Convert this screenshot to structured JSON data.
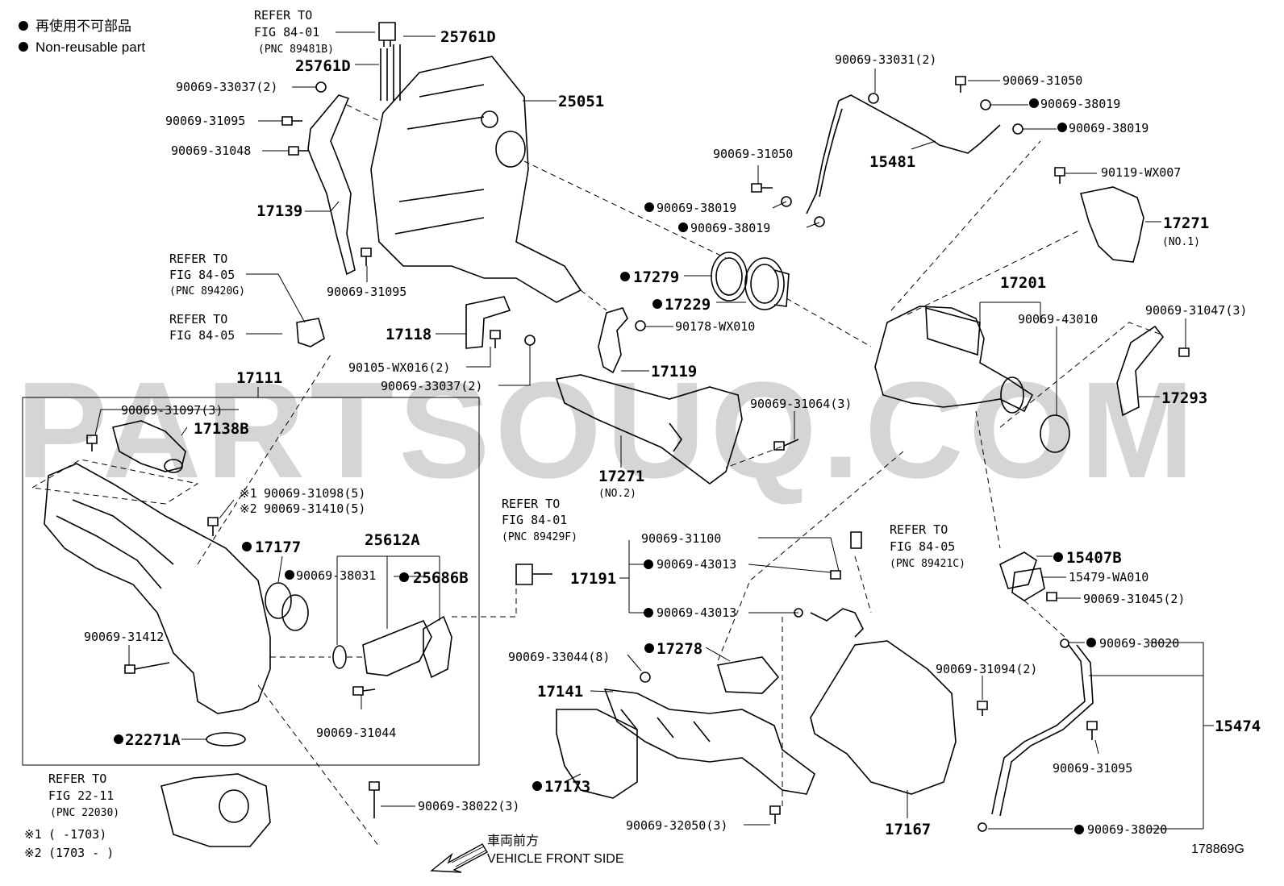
{
  "legend": {
    "item1": "再使用不可部品",
    "item2": "Non-reusable part"
  },
  "watermark": "PARTSOUQ.COM",
  "footer": {
    "direction_jp": "車両前方",
    "direction_en": "VEHICLE FRONT SIDE",
    "figure_code": "178869G",
    "note1_mark": "※1",
    "note1_text": "(       -1703)",
    "note2_mark": "※2",
    "note2_text": "(1703  -      )"
  },
  "refs": {
    "r1": [
      "REFER TO",
      "FIG 84-01",
      "(PNC 89481B)"
    ],
    "r2": [
      "REFER TO",
      "FIG 84-05",
      "(PNC 89420G)"
    ],
    "r3": [
      "REFER TO",
      "FIG 84-05"
    ],
    "r4": [
      "REFER TO",
      "FIG 84-01",
      "(PNC 89429F)"
    ],
    "r5": [
      "REFER TO",
      "FIG 84-05",
      "(PNC 89421C)"
    ],
    "r6": [
      "REFER TO",
      "FIG 22-11",
      "(PNC 22030)"
    ]
  },
  "parts": {
    "p25761D_a": "25761D",
    "p25761D_b": "25761D",
    "p25051": "25051",
    "p33037_2a": "90069-33037(2)",
    "p31095_a": "90069-31095",
    "p31048": "90069-31048",
    "p17139": "17139",
    "p31095_b": "90069-31095",
    "p17118": "17118",
    "pWX016": "90105-WX016(2)",
    "p33037_2b": "90069-33037(2)",
    "p17111": "17111",
    "p31097": "90069-31097(3)",
    "p17138B": "17138B",
    "p31098": "90069-31098(5)",
    "p31410": "90069-31410(5)",
    "n1": "※1",
    "n2": "※2",
    "p17177": "17177",
    "p25612A": "25612A",
    "p38031": "90069-38031",
    "p25686B": "25686B",
    "p31412": "90069-31412",
    "p31044": "90069-31044",
    "p22271A": "22271A",
    "p38022": "90069-38022(3)",
    "p33031": "90069-33031(2)",
    "p31050_a": "90069-31050",
    "p38019_a": "90069-38019",
    "p38019_b": "90069-38019",
    "p31050_b": "90069-31050",
    "p15481": "15481",
    "p38019_c": "90069-38019",
    "p38019_d": "90069-38019",
    "pWX007": "90119-WX007",
    "p17271_1": "17271",
    "p17271_1n": "(NO.1)",
    "p17279": "17279",
    "p17229": "17229",
    "pWX010": "90178-WX010",
    "p17119": "17119",
    "p17201": "17201",
    "p43010": "90069-43010",
    "p31047": "90069-31047(3)",
    "p17293": "17293",
    "p31064": "90069-31064(3)",
    "p17271_2": "17271",
    "p17271_2n": "(NO.2)",
    "p31100": "90069-31100",
    "p43013_a": "90069-43013",
    "p17191": "17191",
    "p43013_b": "90069-43013",
    "p33044": "90069-33044(8)",
    "p17278": "17278",
    "p17141": "17141",
    "p17173": "17173",
    "p32050": "90069-32050(3)",
    "p17167": "17167",
    "p31094": "90069-31094(2)",
    "p15407B": "15407B",
    "pWA010": "15479-WA010",
    "p31045": "90069-31045(2)",
    "p38020_a": "90069-38020",
    "p15474": "15474",
    "p31095_c": "90069-31095",
    "p38020_b": "90069-38020"
  }
}
